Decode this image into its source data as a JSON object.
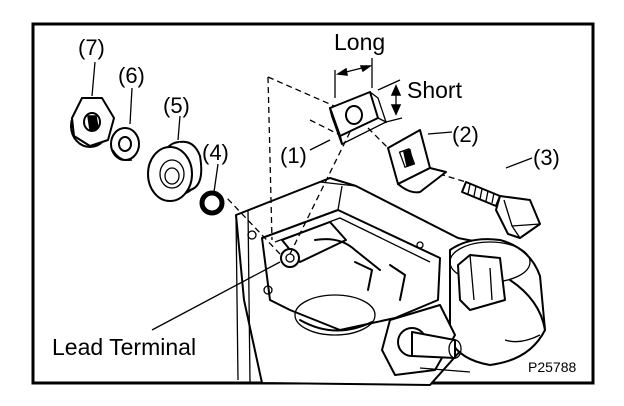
{
  "labels": {
    "long": "Long",
    "short": "Short",
    "lead_terminal": "Lead Terminal",
    "figure_code": "P25788"
  },
  "parts": [
    {
      "id": "1",
      "text": "(1)"
    },
    {
      "id": "2",
      "text": "(2)"
    },
    {
      "id": "3",
      "text": "(3)"
    },
    {
      "id": "4",
      "text": "(4)"
    },
    {
      "id": "5",
      "text": "(5)"
    },
    {
      "id": "6",
      "text": "(6)"
    },
    {
      "id": "7",
      "text": "(7)"
    }
  ],
  "colors": {
    "ink": "#000000",
    "paper": "#ffffff"
  }
}
